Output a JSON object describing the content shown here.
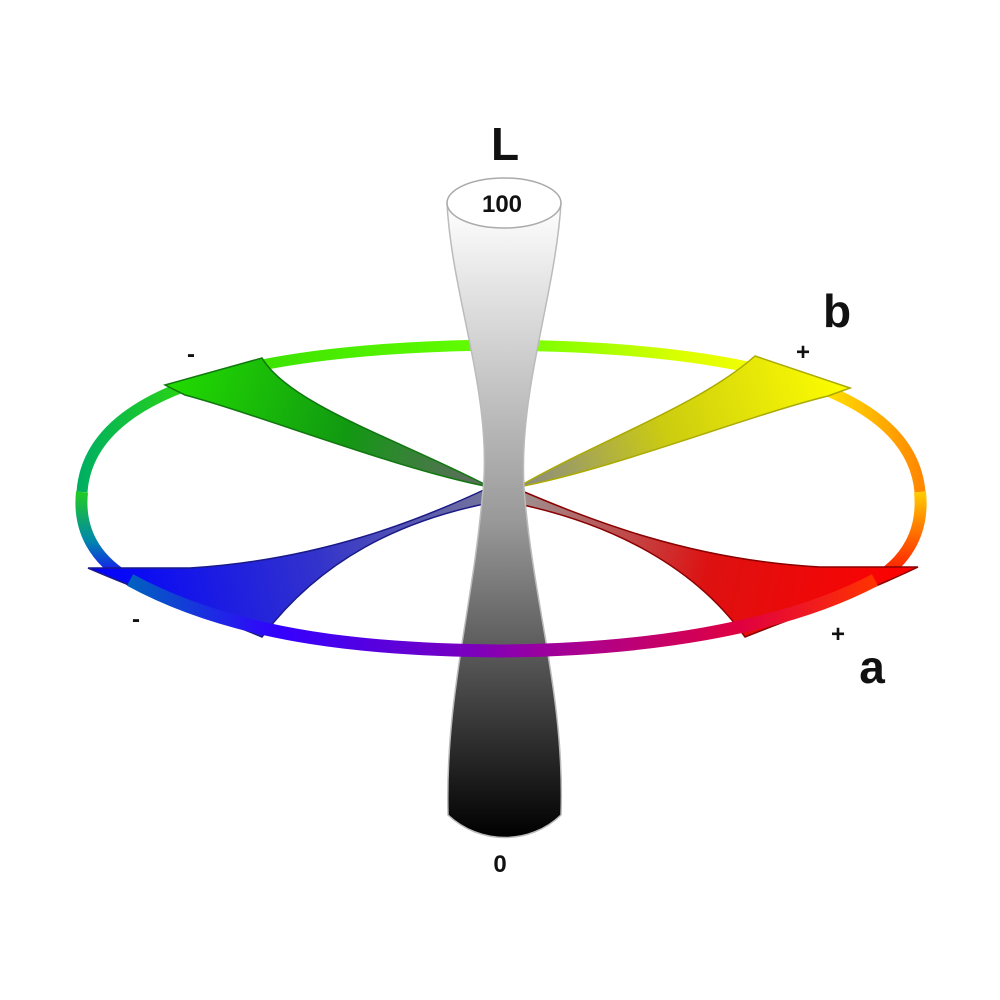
{
  "labels": {
    "lightness_axis": "L",
    "lightness_max": "100",
    "lightness_min": "0",
    "a_axis": "a",
    "b_axis": "b",
    "a_positive": "+",
    "a_negative": "-",
    "b_positive": "+",
    "b_negative": "-"
  },
  "colors": {
    "red": "#ff0000",
    "yellow": "#ffff00",
    "green": "#00e000",
    "blue": "#0000ff",
    "purple": "#8a00c8",
    "magenta": "#c0006a",
    "white": "#ffffff",
    "black": "#000000"
  }
}
